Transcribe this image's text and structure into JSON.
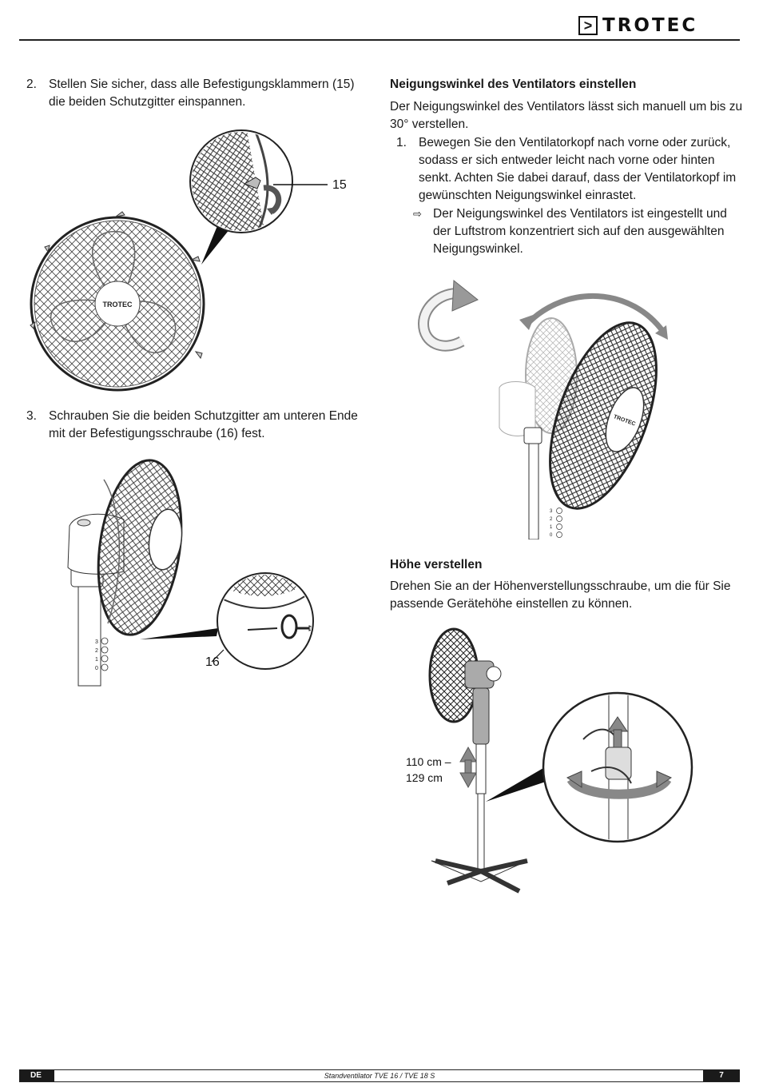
{
  "header": {
    "logo_text": "TROTEC",
    "logo_mark": ">"
  },
  "left": {
    "step2_num": "2.",
    "step2_line1": "Stellen Sie sicher, dass alle Befestigungsklammern (15)",
    "step2_line2": "die beiden Schutzgitter einspannen.",
    "callout15": "15",
    "fan_logo": "TROTEC",
    "step3_num": "3.",
    "step3_line1": "Schrauben Sie die beiden Schutzgitter am unteren Ende",
    "step3_line2": "mit der Befestigungsschraube (16) fest.",
    "callout16": "16",
    "scale_marks": [
      "3",
      "2",
      "1",
      "0"
    ]
  },
  "right": {
    "tilt_heading": "Neigungswinkel des Ventilators einstellen",
    "tilt_intro_line1": "Der Neigungswinkel des Ventilators lässt sich manuell um bis zu",
    "tilt_intro_line2": "30° verstellen.",
    "tilt_step_num": "1.",
    "tilt_step_line1": "Bewegen Sie den Ventilatorkopf nach vorne oder zurück,",
    "tilt_step_line2": "sodass er sich entweder leicht nach vorne oder hinten",
    "tilt_step_line3": "senkt. Achten Sie dabei darauf, dass der Ventilatorkopf im",
    "tilt_step_line4": "gewünschten Neigungswinkel einrastet.",
    "tilt_result_arrow": "⇨",
    "tilt_result_line1": "Der Neigungswinkel des Ventilators ist eingestellt und",
    "tilt_result_line2": "der Luftstrom konzentriert sich auf den ausgewählten",
    "tilt_result_line3": "Neigungswinkel.",
    "tilt_fan_logo": "TROTEC",
    "height_heading": "Höhe verstellen",
    "height_line1": "Drehen Sie an der Höhenverstellungsschraube, um die für Sie",
    "height_line2": "passende Gerätehöhe einstellen zu können.",
    "height_range_line1": "110 cm –",
    "height_range_line2": "129 cm"
  },
  "footer": {
    "lang": "DE",
    "title": "Standventilator TVE 16 / TVE 18 S",
    "page": "7"
  }
}
